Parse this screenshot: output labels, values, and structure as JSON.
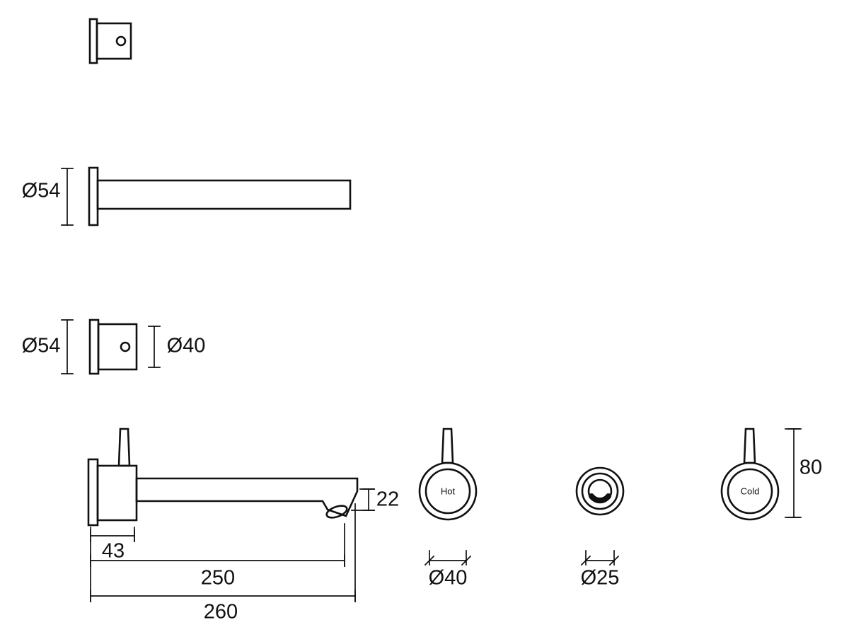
{
  "drawing": {
    "title": "Wall basin tap set technical drawing",
    "labels": {
      "spout_plate_dia": "Ø54",
      "handle_plate_dia": "Ø54",
      "handle_body_dia": "Ø40",
      "spout_tube_drop": "22",
      "body_depth": "43",
      "spout_reach": "250",
      "overall_reach": "260",
      "hot_handle_dia": "Ø40",
      "outlet_dia": "Ø25",
      "handle_height": "80",
      "hot": "Hot",
      "cold": "Cold"
    }
  }
}
